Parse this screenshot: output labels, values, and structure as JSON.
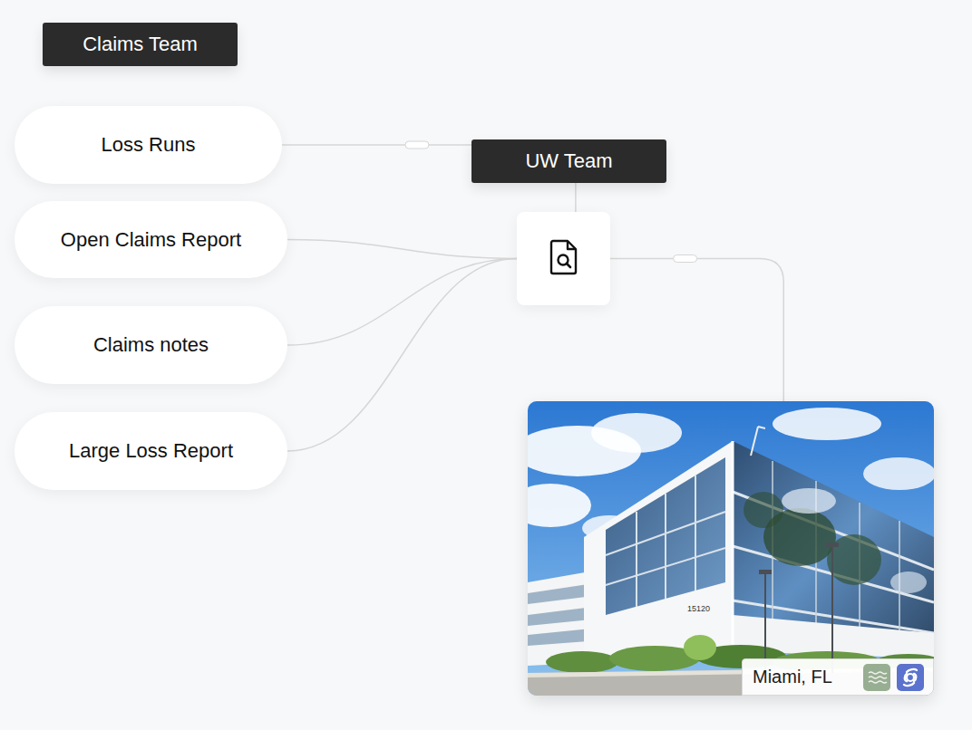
{
  "diagram": {
    "nodes": [
      {
        "text": [
          "Claims Team"
        ]
      },
      {
        "text": [
          "Loss Runs"
        ]
      },
      {
        "text": [
          "Open Claims Report"
        ]
      },
      {
        "text": [
          "Claims notes"
        ]
      },
      {
        "text": [
          "Large Loss Report"
        ]
      },
      {
        "text": [
          "UW Team"
        ]
      },
      {
        "text": [
          "Miami, FL"
        ]
      }
    ],
    "edges": [
      {
        "from": 1,
        "to": 5,
        "arrow": "none"
      },
      {
        "from": 2,
        "to": 5,
        "arrow": "none"
      },
      {
        "from": 3,
        "to": 5,
        "arrow": "none"
      },
      {
        "from": 4,
        "to": 5,
        "arrow": "none"
      },
      {
        "from": 5,
        "to": 6,
        "arrow": "none"
      }
    ],
    "labels": [
      "15120"
    ]
  }
}
